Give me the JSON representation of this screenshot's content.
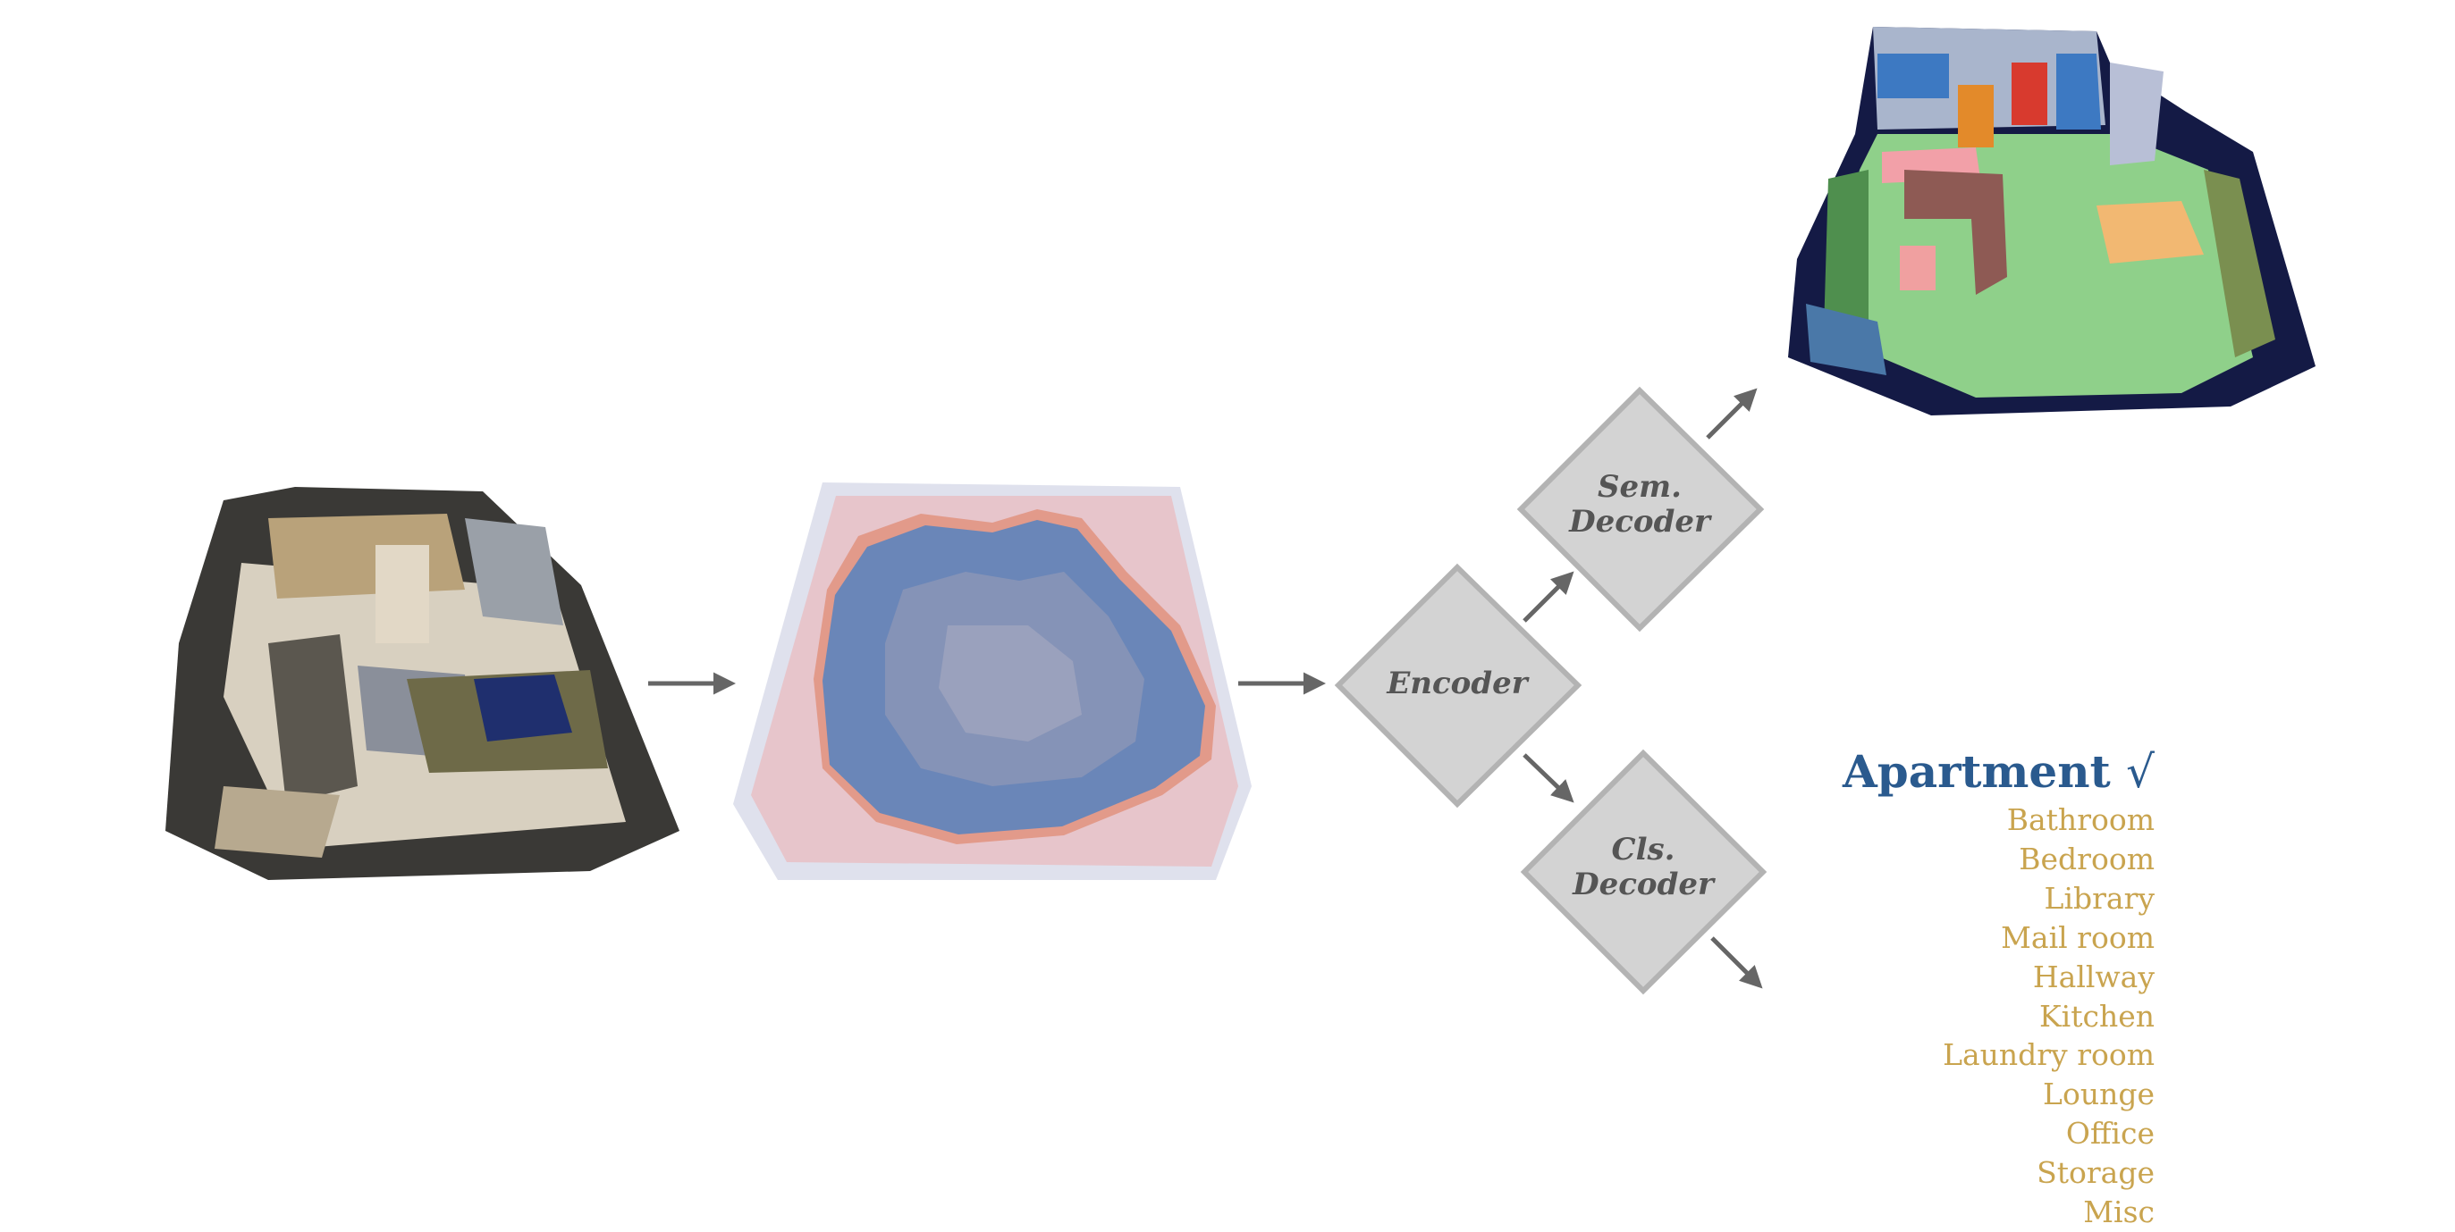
{
  "encoder": {
    "label": "Encoder"
  },
  "sem_decoder": {
    "line1": "Sem.",
    "line2": "Decoder"
  },
  "cls_decoder": {
    "line1": "Cls.",
    "line2": "Decoder"
  },
  "classification": {
    "predicted": "Apartment",
    "check_mark": "√",
    "classes": [
      "Bathroom",
      "Bedroom",
      "Library",
      "Mail room",
      "Hallway",
      "Kitchen",
      "Laundry room",
      "Lounge",
      "Office",
      "Storage",
      "Misc"
    ]
  },
  "colors": {
    "diamond_fill": "#d3d3d3",
    "diamond_stroke": "#b3b3b3",
    "arrow": "#666666",
    "predicted": "#2a5a8e",
    "classes": "#c9a44f"
  }
}
